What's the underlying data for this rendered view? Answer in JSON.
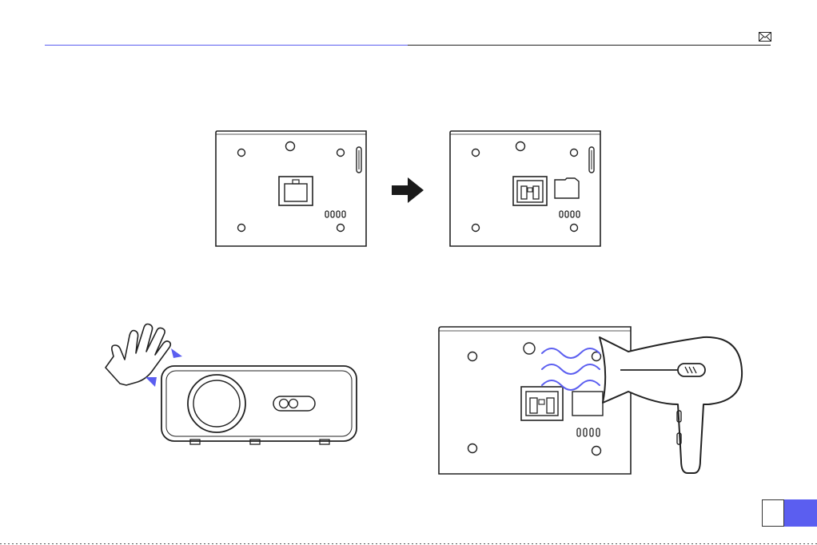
{
  "document": {
    "page_number": "",
    "illustrations": [
      {
        "name": "panel-before",
        "description_icon": "back-panel-with-connector-cover"
      },
      {
        "name": "arrow",
        "description_icon": "right-arrow-icon"
      },
      {
        "name": "panel-after",
        "description_icon": "back-panel-with-exposed-socket"
      },
      {
        "name": "projector-dust",
        "description_icon": "hand-wiping-projector-icon"
      },
      {
        "name": "panel-dry",
        "description_icon": "hair-dryer-drying-panel-icon"
      }
    ]
  },
  "colors": {
    "accent": "#5b5ef0",
    "line": "#222222"
  },
  "icons": {
    "mail": "mail-icon"
  }
}
